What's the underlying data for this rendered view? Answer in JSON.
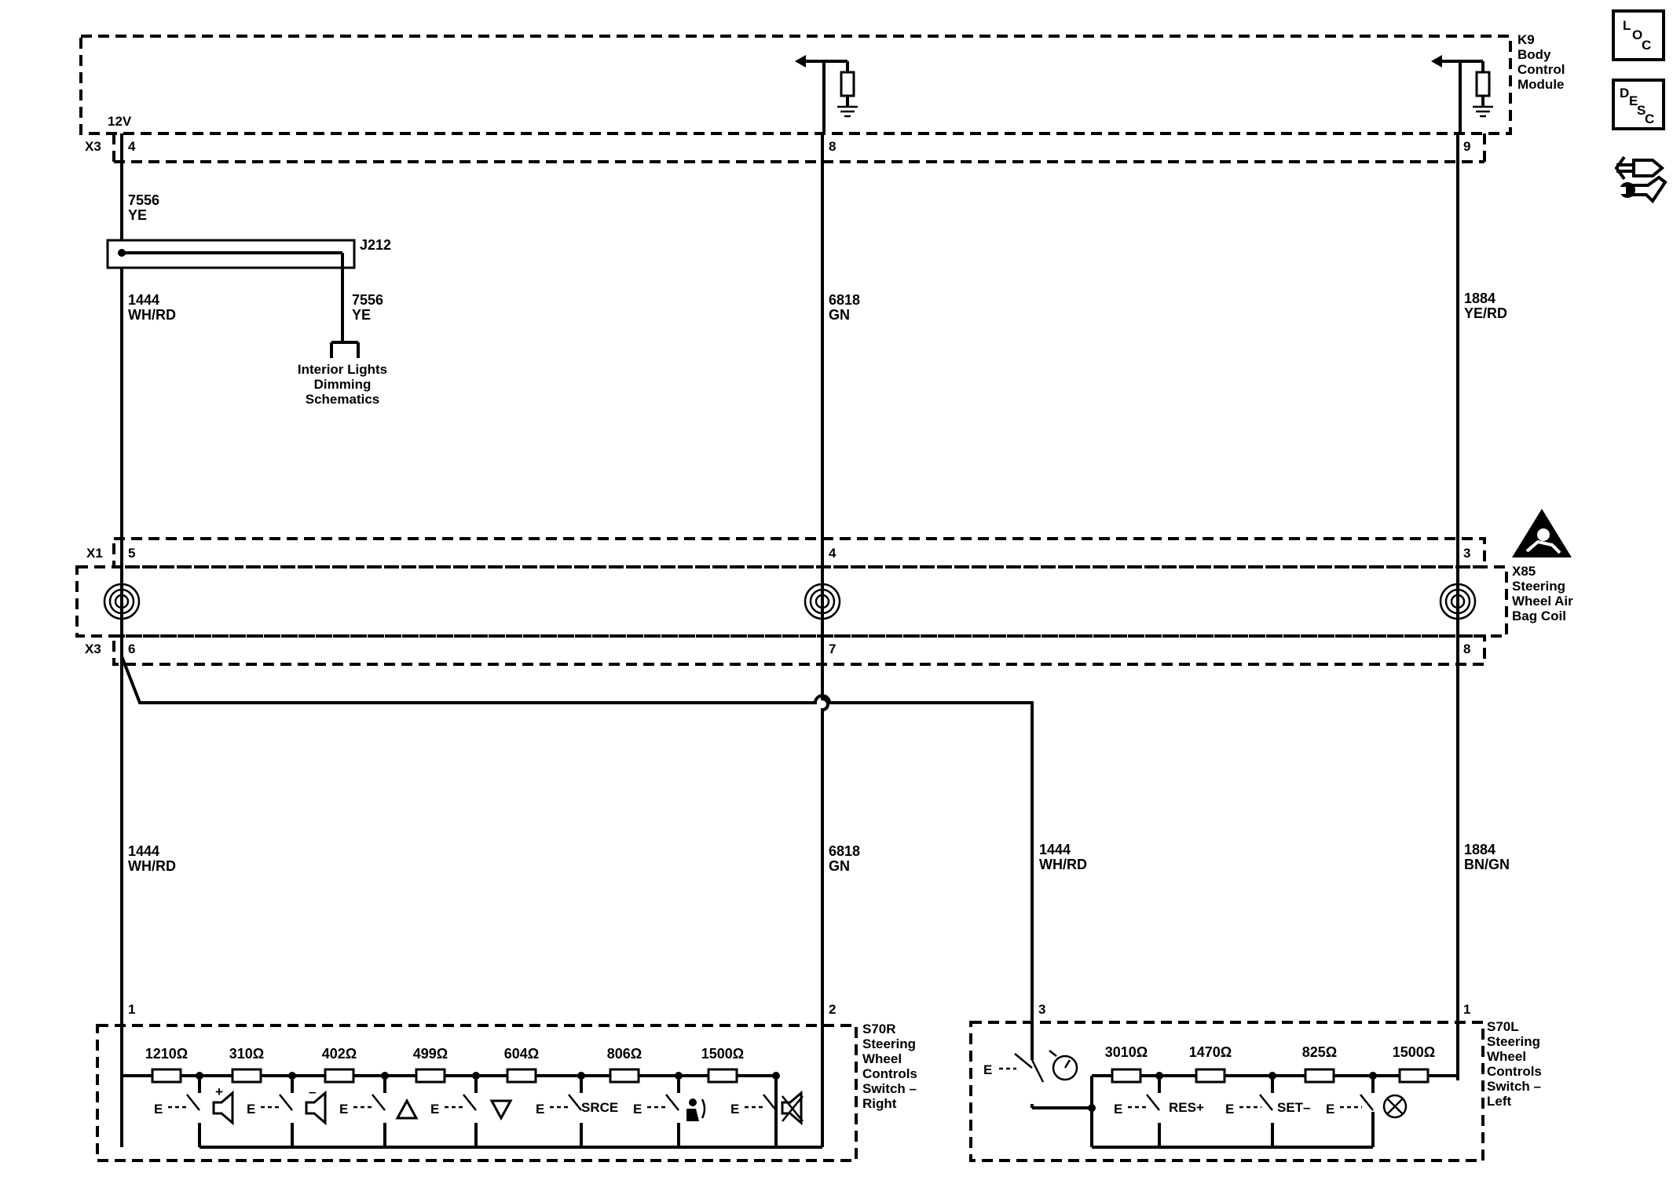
{
  "modules": {
    "bcm": {
      "lines": [
        "K9",
        "Body",
        "Control",
        "Module"
      ]
    },
    "coil": {
      "lines": [
        "X85",
        "Steering",
        "Wheel Air",
        "Bag Coil"
      ]
    },
    "s70r": {
      "lines": [
        "S70R",
        "Steering",
        "Wheel",
        "Controls",
        "Switch –",
        "Right"
      ]
    },
    "s70l": {
      "lines": [
        "S70L",
        "Steering",
        "Wheel",
        "Controls",
        "Switch –",
        "Left"
      ]
    }
  },
  "connectors": {
    "x3_top": "X3",
    "x1": "X1",
    "x3_bottom": "X3",
    "voltage": "12V"
  },
  "pins": {
    "bcm": [
      "4",
      "8",
      "9"
    ],
    "coil_x1": [
      "5",
      "4",
      "3"
    ],
    "coil_x3": [
      "6",
      "7",
      "8"
    ],
    "s70r": [
      "1",
      "2"
    ],
    "s70l": [
      "3",
      "1"
    ]
  },
  "wires": {
    "w7556_top": {
      "circuit": "7556",
      "color": "YE"
    },
    "w7556_splice": {
      "circuit": "7556",
      "color": "YE"
    },
    "w1444_upper": {
      "circuit": "1444",
      "color": "WH/RD"
    },
    "w6818_upper": {
      "circuit": "6818",
      "color": "GN"
    },
    "w1884_upper": {
      "circuit": "1884",
      "color": "YE/RD"
    },
    "w1444_lower": {
      "circuit": "1444",
      "color": "WH/RD"
    },
    "w6818_lower": {
      "circuit": "6818",
      "color": "GN"
    },
    "w1444_mid": {
      "circuit": "1444",
      "color": "WH/RD"
    },
    "w1884_lower": {
      "circuit": "1884",
      "color": "BN/GN"
    }
  },
  "splice": {
    "id": "J212",
    "ref_lines": [
      "Interior Lights",
      "Dimming",
      "Schematics"
    ]
  },
  "right_switch_resistors": [
    "1210Ω",
    "310Ω",
    "402Ω",
    "499Ω",
    "604Ω",
    "806Ω",
    "1500Ω"
  ],
  "left_switch_resistors": [
    "3010Ω",
    "1470Ω",
    "825Ω",
    "1500Ω"
  ],
  "switch_labels": {
    "srce": "SRCE",
    "res": "RES+",
    "set": "SET–"
  },
  "nav": {
    "loc": {
      "l": "L",
      "o": "O",
      "c": "C"
    },
    "desc": {
      "d": "D",
      "e": "E",
      "s": "S",
      "c": "C"
    }
  }
}
